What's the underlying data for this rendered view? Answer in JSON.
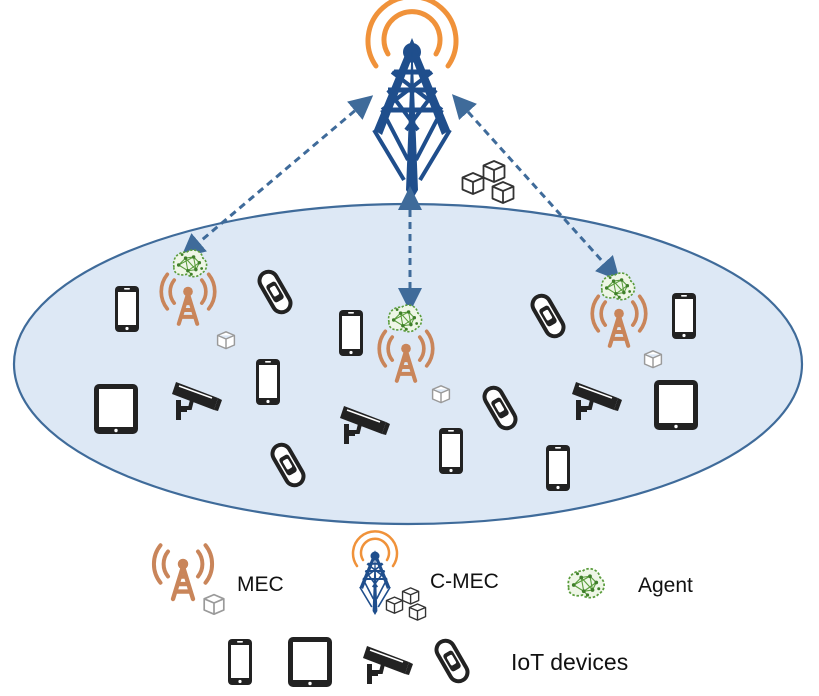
{
  "colors": {
    "mec": "#c9855a",
    "cmec_tower": "#1f4e8c",
    "cmec_signal": "#f0923a",
    "agent": "#5a9c3c",
    "cell_fill": "#dde8f5",
    "cell_stroke": "#3f6b9a",
    "link": "#3f6b9a",
    "device": "#222222"
  },
  "legend": {
    "mec_label": "MEC",
    "cmec_label": "C-MEC",
    "agent_label": "Agent",
    "iot_label": "IoT devices"
  },
  "icons": {
    "mec": "mec-antenna-icon",
    "cmec": "cmec-tower-icon",
    "agent": "agent-brain-icon",
    "cache": "cache-cube-icon",
    "phone": "smartphone-icon",
    "tablet": "tablet-icon",
    "camera": "security-camera-icon",
    "band": "wearable-band-icon"
  }
}
